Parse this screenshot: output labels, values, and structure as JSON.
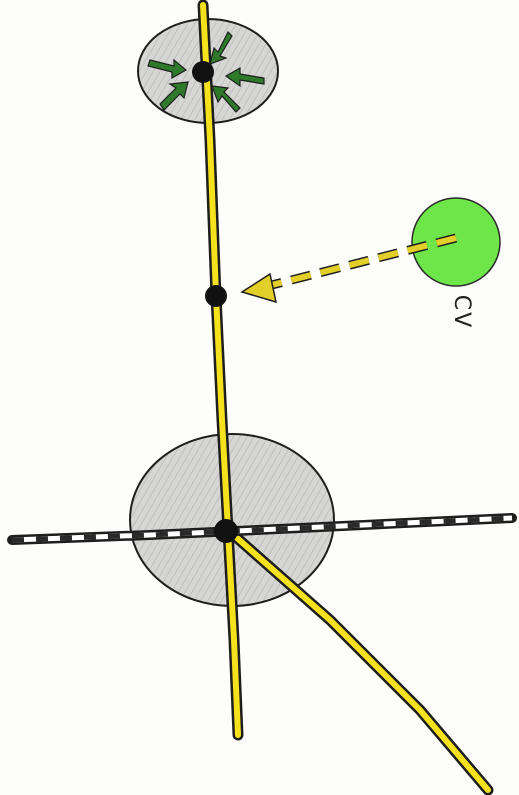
{
  "diagram": {
    "labels": {
      "cv": "CV"
    },
    "colors": {
      "road_yellow": "#f5e11c",
      "road_outline": "#1e1e1e",
      "zone_gray": "#d2d2d0",
      "cv_green": "#6ee64a",
      "arrow_green": "#2e7a2a",
      "node_black": "#111111",
      "rail_white": "#ffffff"
    },
    "elements": [
      "top-intersection-zone",
      "inward-arrows",
      "mid-node",
      "cv-circle",
      "dashed-arrow",
      "bottom-intersection-zone",
      "rail-crossing",
      "branch-road"
    ]
  }
}
